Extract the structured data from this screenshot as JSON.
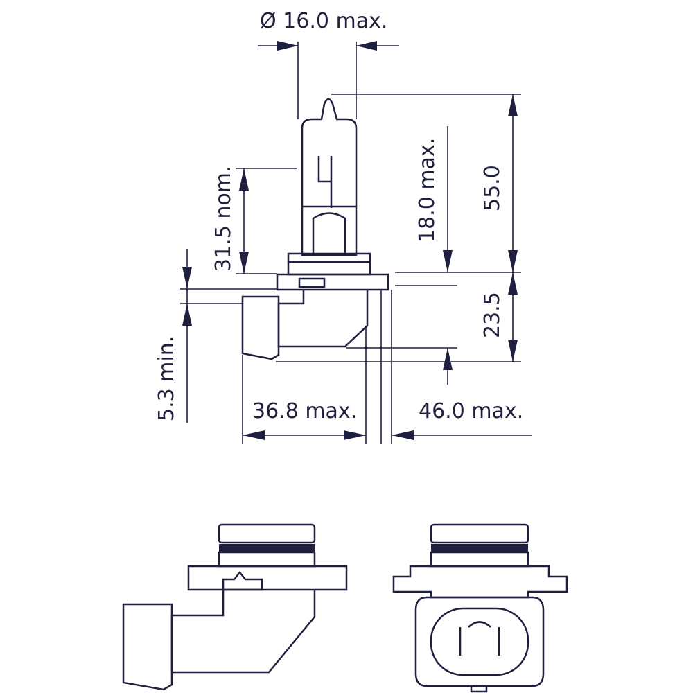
{
  "dimensions": {
    "diameter": "Ø 16.0 max.",
    "nominal_height": "31.5 nom.",
    "bulb_height": "18.0 max.",
    "total_top": "55.0",
    "lower_height": "23.5",
    "min_offset": "5.3 min.",
    "width_left": "36.8 max.",
    "width_right": "46.0 max."
  },
  "colors": {
    "ink": "#1f1f3f",
    "background": "#ffffff"
  }
}
